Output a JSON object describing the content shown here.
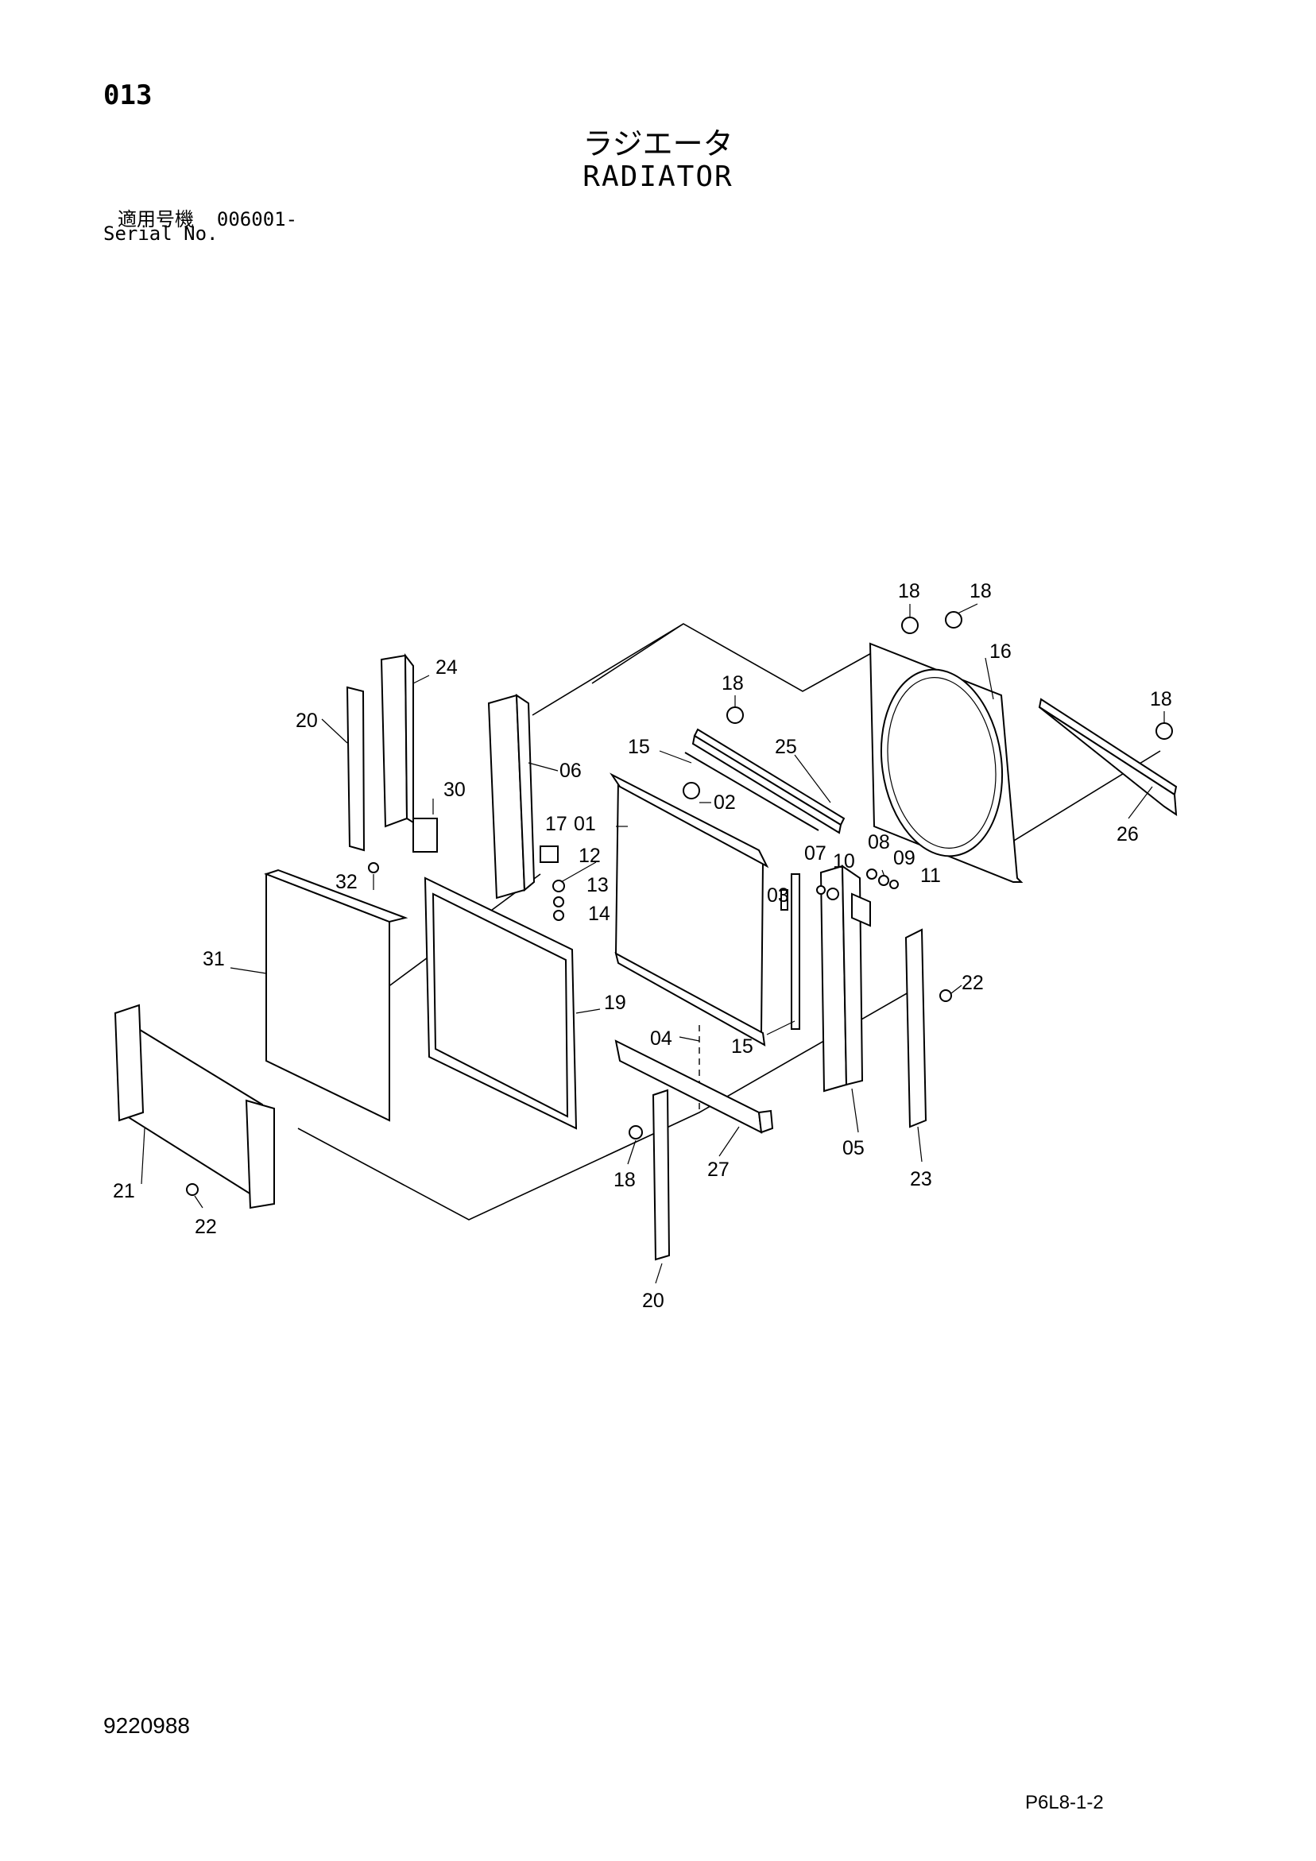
{
  "header": {
    "page_number": "013",
    "title_ja": "ラジエータ",
    "title_en": "RADIATOR",
    "serial_label_ja": "適用号機",
    "serial_value": "006001-",
    "serial_label_en": "Serial No."
  },
  "footer": {
    "drawing_number": "9220988",
    "page_code": "P6L8-1-2"
  },
  "callouts": {
    "c01": "01",
    "c02": "02",
    "c03": "03",
    "c04": "04",
    "c05": "05",
    "c06": "06",
    "c07": "07",
    "c08": "08",
    "c09": "09",
    "c10": "10",
    "c11": "11",
    "c12": "12",
    "c13": "13",
    "c14": "14",
    "c15a": "15",
    "c15b": "15",
    "c16": "16",
    "c17": "17",
    "c18a": "18",
    "c18b": "18",
    "c18c": "18",
    "c18d": "18",
    "c18e": "18",
    "c19": "19",
    "c20a": "20",
    "c20b": "20",
    "c21": "21",
    "c22a": "22",
    "c22b": "22",
    "c23": "23",
    "c24": "24",
    "c25": "25",
    "c26": "26",
    "c27": "27",
    "c30": "30",
    "c31": "31",
    "c32": "32"
  }
}
